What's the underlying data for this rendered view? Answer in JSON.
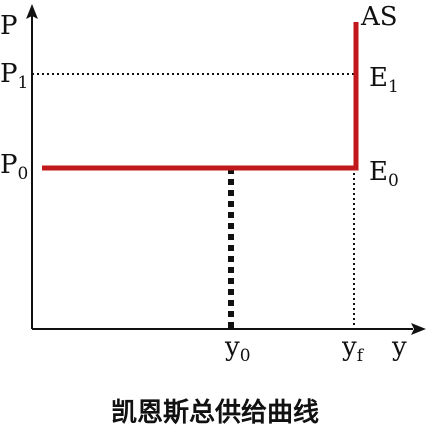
{
  "diagram": {
    "y_axis": {
      "label": "P"
    },
    "x_axis": {
      "label": "y"
    },
    "price_levels": [
      {
        "main": "P",
        "sub": "1"
      },
      {
        "main": "P",
        "sub": "0"
      }
    ],
    "output_levels": [
      {
        "main": "y",
        "sub": "0"
      },
      {
        "main": "y",
        "sub": "f"
      }
    ],
    "curve": {
      "label": "AS",
      "color": "#c0181b"
    },
    "points": [
      {
        "main": "E",
        "sub": "1"
      },
      {
        "main": "E",
        "sub": "0"
      }
    ],
    "caption": "凯恩斯总供给曲线"
  }
}
